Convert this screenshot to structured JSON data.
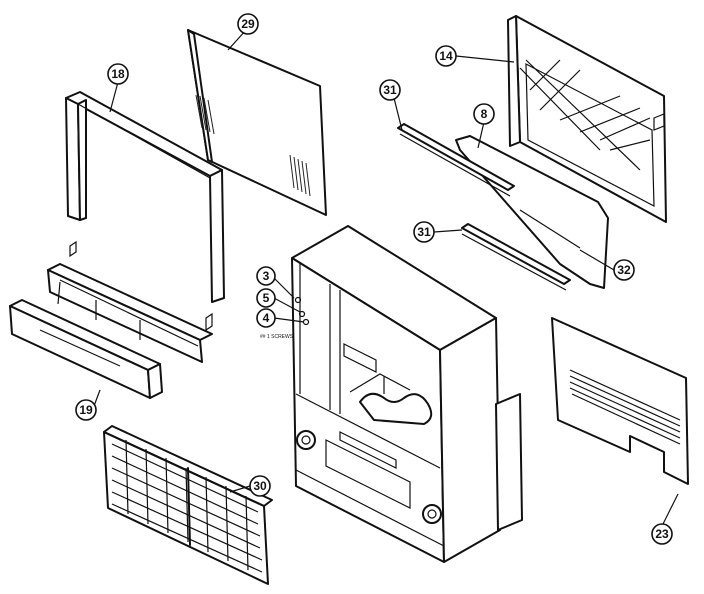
{
  "callouts": [
    {
      "id": "c29",
      "label": "29"
    },
    {
      "id": "c18",
      "label": "18"
    },
    {
      "id": "c14",
      "label": "14"
    },
    {
      "id": "c31a",
      "label": "31"
    },
    {
      "id": "c8",
      "label": "8"
    },
    {
      "id": "c31b",
      "label": "31"
    },
    {
      "id": "c32",
      "label": "32"
    },
    {
      "id": "c3",
      "label": "3"
    },
    {
      "id": "c5",
      "label": "5"
    },
    {
      "id": "c4",
      "label": "4"
    },
    {
      "id": "c19",
      "label": "19"
    },
    {
      "id": "c30",
      "label": "30"
    },
    {
      "id": "c23",
      "label": "23"
    }
  ],
  "screw_note": "## 1 SCREWS",
  "colors": {
    "line": "#111111",
    "background": "#ffffff"
  }
}
